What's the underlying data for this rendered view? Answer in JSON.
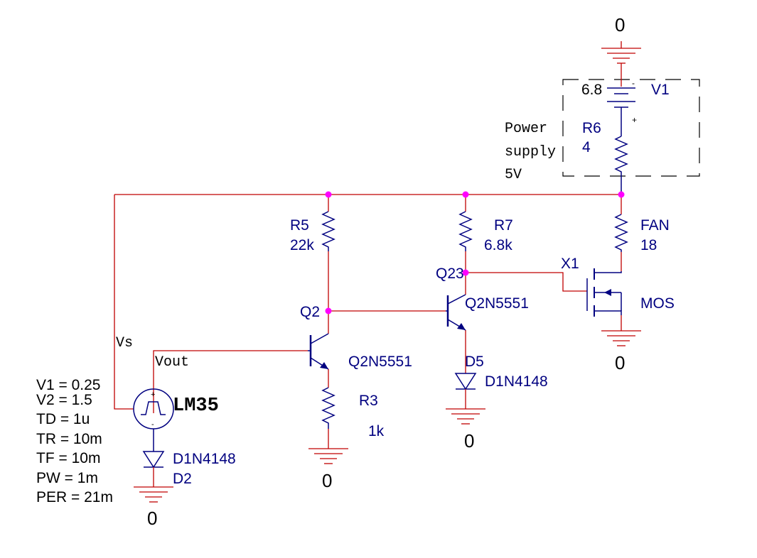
{
  "canvas": {
    "background": "#ffffff",
    "wire_color": "#c00000",
    "part_color": "#000080",
    "node_color": "#ff00ff"
  },
  "power_block": {
    "label_lines": [
      "Power",
      "supply",
      "5V"
    ],
    "battery": {
      "ref": "V1",
      "value": "6.8",
      "minus": "-",
      "plus": "+"
    },
    "resistor": {
      "ref": "R6",
      "value": "4"
    },
    "ground_label": "0"
  },
  "nets": {
    "vs": "Vs",
    "vout": "Vout"
  },
  "source": {
    "name": "LM35",
    "params": [
      "V1 = 0.25",
      "V2 = 1.5",
      "TD = 1u",
      "TR = 10m",
      "TF = 10m",
      "PW = 1m",
      "PER = 21m"
    ],
    "plus": "+",
    "minus": "-"
  },
  "diode_d2": {
    "model": "D1N4148",
    "ref": "D2",
    "ground_label": "0"
  },
  "resistor_r5": {
    "ref": "R5",
    "value": "22k"
  },
  "transistor_q2": {
    "ref": "Q2",
    "model": "Q2N5551"
  },
  "resistor_r3": {
    "ref": "R3",
    "value": "1k",
    "ground_label": "0"
  },
  "resistor_r7": {
    "ref": "R7",
    "value": "6.8k"
  },
  "transistor_q23": {
    "ref": "Q23",
    "model": "Q2N5551"
  },
  "diode_d5": {
    "ref": "D5",
    "model": "D1N4148",
    "ground_label": "0"
  },
  "mosfet": {
    "ref": "X1",
    "model": "MOS",
    "ground_label": "0"
  },
  "fan": {
    "ref": "FAN",
    "value": "18"
  }
}
